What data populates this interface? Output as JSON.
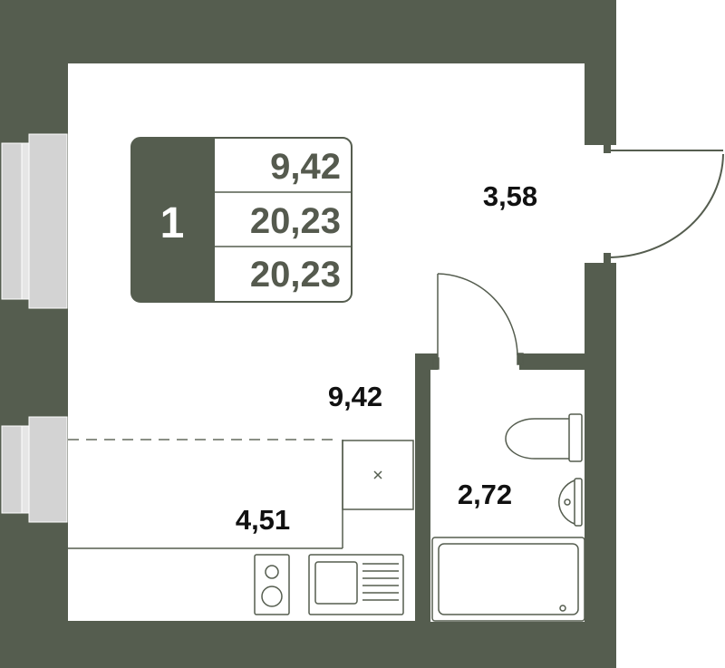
{
  "colors": {
    "wall": "#555d4f",
    "floor": "#ffffff",
    "window": "#d3d3d3",
    "fixture_stroke": "#555d4f",
    "badge_bg": "#555d4f",
    "text": "#111111"
  },
  "info_card": {
    "rooms": "1",
    "living_area": "9,42",
    "total_area": "20,23",
    "total_area_2": "20,23"
  },
  "rooms": {
    "living_room": "9,42",
    "hallway": "3,58",
    "bathroom": "2,72",
    "kitchen": "4,51"
  },
  "icons": {
    "stove": "stove-icon",
    "sink": "kitchen-sink-icon",
    "toilet": "toilet-icon",
    "washbasin": "washbasin-icon",
    "bathtub": "bathtub-icon",
    "fridge": "fridge-icon",
    "door": "door-icon",
    "window": "window-icon"
  }
}
